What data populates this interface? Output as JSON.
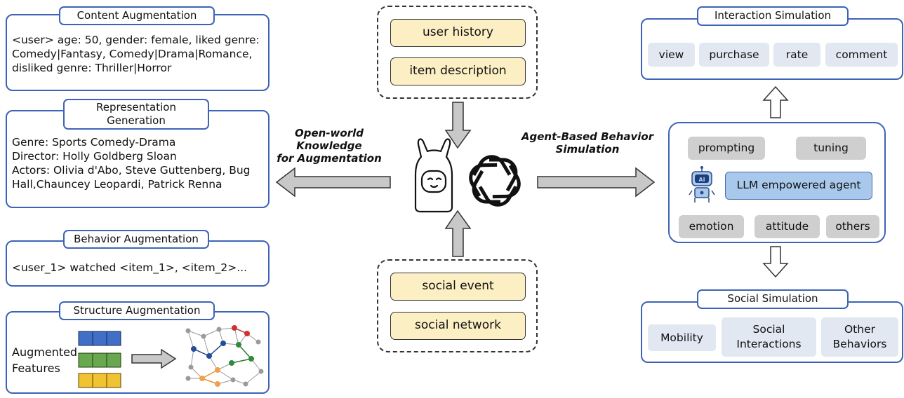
{
  "content_augmentation": {
    "title": "Content Augmentation",
    "text": "<user> age: 50, gender: female, liked genre:\nComedy|Fantasy, Comedy|Drama|Romance,\ndisliked genre: Thriller|Horror"
  },
  "representation_generation": {
    "title": "Representation\nGeneration",
    "text": "Genre: Sports Comedy-Drama\nDirector: Holly Goldberg Sloan\nActors: Olivia d'Abo, Steve Guttenberg, Bug\nHall,Chauncey Leopardi, Patrick Renna"
  },
  "behavior_augmentation": {
    "title": "Behavior Augmentation",
    "text": "<user_1> watched <item_1>, <item_2>..."
  },
  "structure_augmentation": {
    "title": "Structure Augmentation",
    "label": "Augmented\nFeatures"
  },
  "inputs_top": [
    "user history",
    "item description"
  ],
  "inputs_bottom": [
    "social event",
    "social network"
  ],
  "left_arrow_label": "Open-world Knowledge\nfor Augmentation",
  "right_arrow_label": "Agent-Based Behavior\nSimulation",
  "interaction_simulation": {
    "title": "Interaction Simulation",
    "items": [
      "view",
      "purchase",
      "rate",
      "comment"
    ]
  },
  "agent": {
    "top": [
      "prompting",
      "tuning"
    ],
    "center": "LLM empowered agent",
    "icon_text": "AI",
    "bottom": [
      "emotion",
      "attitude",
      "others"
    ]
  },
  "social_simulation": {
    "title": "Social Simulation",
    "items": [
      "Mobility",
      "Social\nInteractions",
      "Other\nBehaviors"
    ]
  },
  "colors": {
    "panel_border": "#3d63b6",
    "cream": "#fcefc4",
    "pill": "#e1e8f2",
    "gray": "#cfcfcf",
    "llm": "#a9c9ec",
    "feature_blue": "#3f6fc6",
    "feature_green": "#6aa84f",
    "feature_yellow": "#f1c232"
  }
}
